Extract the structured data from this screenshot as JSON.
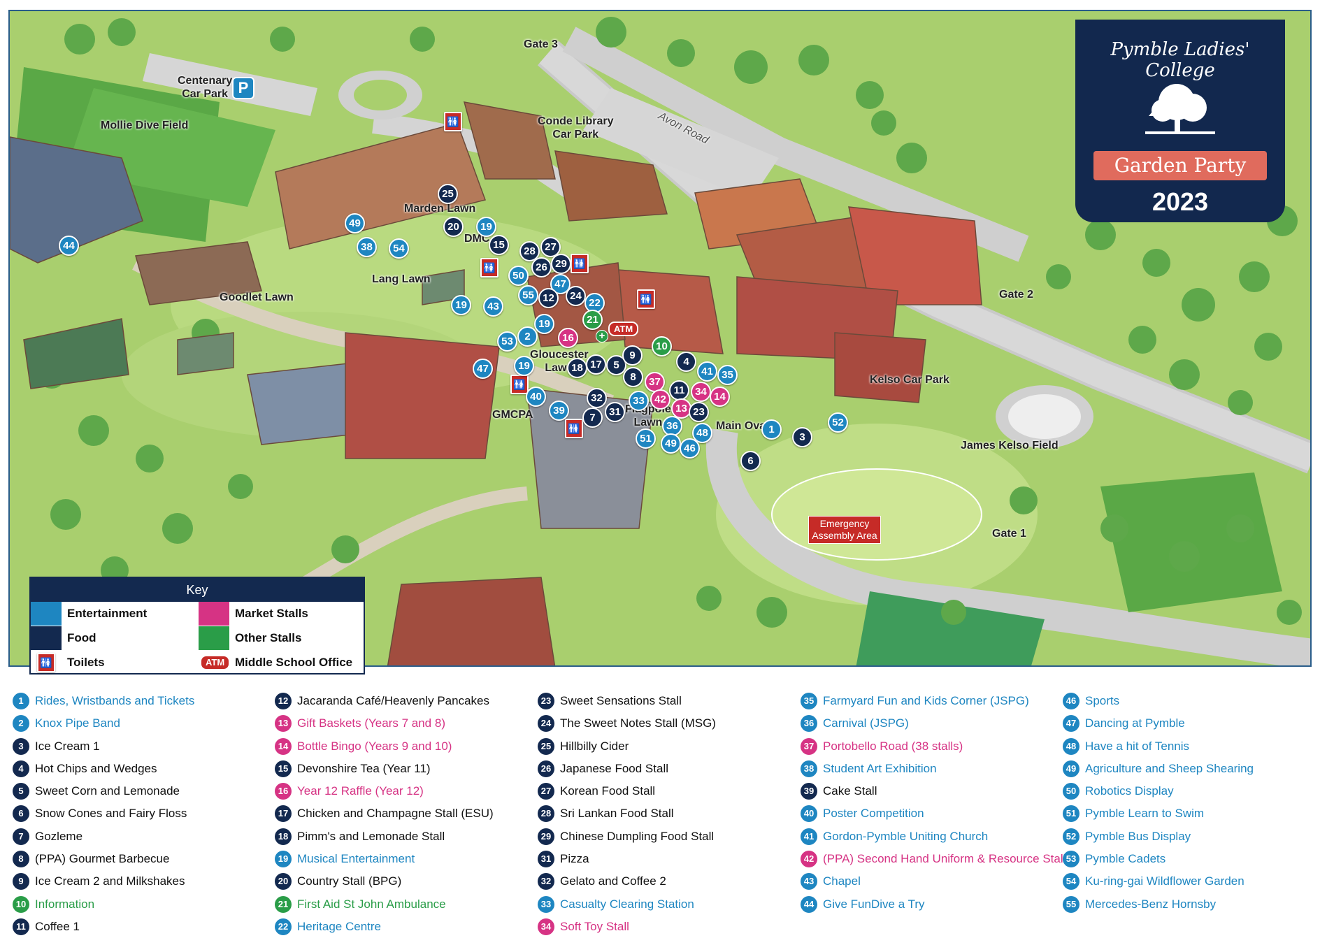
{
  "header": {
    "brand": "Pymble Ladies' College",
    "event": "Garden Party",
    "year": "2023"
  },
  "colors": {
    "entertainment": "#1e86c1",
    "food": "#13294f",
    "market_stalls": "#d63384",
    "other_stalls": "#2a9d48",
    "toilets": "#c62b27",
    "title_bg": "#12284e",
    "ribbon": "#e06b5d",
    "grass": "#a9cf6e"
  },
  "key": {
    "title": "Key",
    "entertainment": "Entertainment",
    "market_stalls": "Market Stalls",
    "food": "Food",
    "other_stalls": "Other Stalls",
    "toilets": "Toilets",
    "atm_badge": "ATM",
    "middle_school_office": "Middle School Office"
  },
  "map": {
    "gate_3": "Gate 3",
    "gate_2": "Gate 2",
    "gate_1": "Gate 1",
    "centenary_car_park_1": "Centenary",
    "centenary_car_park_2": "Car Park",
    "parking_symbol": "P",
    "mollie_dive_field": "Mollie Dive Field",
    "conde_library_1": "Conde Library",
    "conde_library_2": "Car Park",
    "avon_road": "Avon Road",
    "marden_lawn": "Marden Lawn",
    "dmc": "DMC",
    "lang_lawn": "Lang Lawn",
    "goodlet_lawn": "Goodlet Lawn",
    "gloucester_lawn_1": "Gloucester",
    "gloucester_lawn_2": "Lawn",
    "gmcpa": "GMCPA",
    "flagpole_lawn_1": "Flagpole",
    "flagpole_lawn_2": "Lawn",
    "main_oval": "Main Oval",
    "kelso_car_park": "Kelso Car Park",
    "james_kelso_field": "James Kelso Field",
    "emergency_1": "Emergency",
    "emergency_2": "Assembly Area",
    "atm_map": "ATM",
    "toilet_symbol": "🚻",
    "first_aid_symbol": "+"
  },
  "legend": [
    [
      {
        "n": "1",
        "label": "Rides, Wristbands and Tickets",
        "cat": "ent"
      },
      {
        "n": "2",
        "label": "Knox Pipe Band",
        "cat": "ent"
      },
      {
        "n": "3",
        "label": "Ice Cream 1",
        "cat": "food"
      },
      {
        "n": "4",
        "label": "Hot Chips and Wedges",
        "cat": "food"
      },
      {
        "n": "5",
        "label": "Sweet Corn and Lemonade",
        "cat": "food"
      },
      {
        "n": "6",
        "label": "Snow Cones and Fairy Floss",
        "cat": "food"
      },
      {
        "n": "7",
        "label": "Gozleme",
        "cat": "food"
      },
      {
        "n": "8",
        "label": "(PPA) Gourmet Barbecue",
        "cat": "food"
      },
      {
        "n": "9",
        "label": "Ice Cream 2 and Milkshakes",
        "cat": "food"
      },
      {
        "n": "10",
        "label": "Information",
        "cat": "oth"
      },
      {
        "n": "11",
        "label": "Coffee 1",
        "cat": "food"
      }
    ],
    [
      {
        "n": "12",
        "label": "Jacaranda Café/Heavenly Pancakes",
        "cat": "food"
      },
      {
        "n": "13",
        "label": "Gift Baskets (Years 7 and 8)",
        "cat": "mkt"
      },
      {
        "n": "14",
        "label": "Bottle Bingo (Years 9 and 10)",
        "cat": "mkt"
      },
      {
        "n": "15",
        "label": "Devonshire Tea (Year 11)",
        "cat": "food"
      },
      {
        "n": "16",
        "label": "Year 12 Raffle (Year 12)",
        "cat": "mkt"
      },
      {
        "n": "17",
        "label": "Chicken and Champagne Stall (ESU)",
        "cat": "food"
      },
      {
        "n": "18",
        "label": "Pimm's and Lemonade Stall",
        "cat": "food"
      },
      {
        "n": "19",
        "label": "Musical Entertainment",
        "cat": "ent"
      },
      {
        "n": "20",
        "label": "Country Stall (BPG)",
        "cat": "food"
      },
      {
        "n": "21",
        "label": "First Aid St John Ambulance",
        "cat": "oth"
      },
      {
        "n": "22",
        "label": "Heritage Centre",
        "cat": "ent"
      }
    ],
    [
      {
        "n": "23",
        "label": "Sweet Sensations Stall",
        "cat": "food"
      },
      {
        "n": "24",
        "label": "The Sweet Notes Stall (MSG)",
        "cat": "food"
      },
      {
        "n": "25",
        "label": "Hillbilly Cider",
        "cat": "food"
      },
      {
        "n": "26",
        "label": "Japanese Food Stall",
        "cat": "food"
      },
      {
        "n": "27",
        "label": "Korean Food Stall",
        "cat": "food"
      },
      {
        "n": "28",
        "label": "Sri Lankan Food Stall",
        "cat": "food"
      },
      {
        "n": "29",
        "label": "Chinese Dumpling Food Stall",
        "cat": "food"
      },
      {
        "n": "31",
        "label": "Pizza",
        "cat": "food"
      },
      {
        "n": "32",
        "label": "Gelato and Coffee 2",
        "cat": "food"
      },
      {
        "n": "33",
        "label": "Casualty Clearing Station",
        "cat": "ent"
      },
      {
        "n": "34",
        "label": "Soft Toy Stall",
        "cat": "mkt"
      }
    ],
    [
      {
        "n": "35",
        "label": "Farmyard Fun and Kids Corner (JSPG)",
        "cat": "ent"
      },
      {
        "n": "36",
        "label": "Carnival (JSPG)",
        "cat": "ent"
      },
      {
        "n": "37",
        "label": "Portobello Road (38 stalls)",
        "cat": "mkt"
      },
      {
        "n": "38",
        "label": "Student Art Exhibition",
        "cat": "ent"
      },
      {
        "n": "39",
        "label": "Cake Stall",
        "cat": "food"
      },
      {
        "n": "40",
        "label": "Poster Competition",
        "cat": "ent"
      },
      {
        "n": "41",
        "label": "Gordon-Pymble Uniting Church",
        "cat": "ent"
      },
      {
        "n": "42",
        "label": "(PPA) Second Hand Uniform & Resource Stall",
        "cat": "mkt"
      },
      {
        "n": "43",
        "label": "Chapel",
        "cat": "ent"
      },
      {
        "n": "44",
        "label": "Give FunDive a Try",
        "cat": "ent"
      }
    ],
    [
      {
        "n": "46",
        "label": "Sports",
        "cat": "ent"
      },
      {
        "n": "47",
        "label": "Dancing at Pymble",
        "cat": "ent"
      },
      {
        "n": "48",
        "label": "Have a hit of Tennis",
        "cat": "ent"
      },
      {
        "n": "49",
        "label": "Agriculture and Sheep Shearing",
        "cat": "ent"
      },
      {
        "n": "50",
        "label": "Robotics Display",
        "cat": "ent"
      },
      {
        "n": "51",
        "label": "Pymble Learn to Swim",
        "cat": "ent"
      },
      {
        "n": "52",
        "label": "Pymble Bus Display",
        "cat": "ent"
      },
      {
        "n": "53",
        "label": "Pymble Cadets",
        "cat": "ent"
      },
      {
        "n": "54",
        "label": "Ku-ring-gai Wildflower Garden",
        "cat": "ent"
      },
      {
        "n": "55",
        "label": "Mercedes-Benz Hornsby",
        "cat": "ent"
      }
    ]
  ],
  "map_markers": [
    {
      "n": "25",
      "cat": "food"
    },
    {
      "n": "20",
      "cat": "food"
    },
    {
      "n": "19",
      "cat": "ent"
    },
    {
      "n": "15",
      "cat": "food"
    },
    {
      "n": "49",
      "cat": "ent"
    },
    {
      "n": "38",
      "cat": "ent"
    },
    {
      "n": "54",
      "cat": "ent"
    },
    {
      "n": "44",
      "cat": "ent"
    },
    {
      "n": "28",
      "cat": "food"
    },
    {
      "n": "27",
      "cat": "food"
    },
    {
      "n": "26",
      "cat": "food"
    },
    {
      "n": "29",
      "cat": "food"
    },
    {
      "n": "50",
      "cat": "ent"
    },
    {
      "n": "47",
      "cat": "ent"
    },
    {
      "n": "55",
      "cat": "ent"
    },
    {
      "n": "12",
      "cat": "food"
    },
    {
      "n": "24",
      "cat": "food"
    },
    {
      "n": "22",
      "cat": "ent"
    },
    {
      "n": "19",
      "cat": "ent"
    },
    {
      "n": "43",
      "cat": "ent"
    },
    {
      "n": "21",
      "cat": "oth"
    },
    {
      "n": "19",
      "cat": "ent"
    },
    {
      "n": "2",
      "cat": "ent"
    },
    {
      "n": "16",
      "cat": "mkt"
    },
    {
      "n": "53",
      "cat": "ent"
    },
    {
      "n": "47",
      "cat": "ent"
    },
    {
      "n": "19",
      "cat": "ent"
    },
    {
      "n": "18",
      "cat": "food"
    },
    {
      "n": "17",
      "cat": "food"
    },
    {
      "n": "5",
      "cat": "food"
    },
    {
      "n": "9",
      "cat": "food"
    },
    {
      "n": "8",
      "cat": "food"
    },
    {
      "n": "10",
      "cat": "oth"
    },
    {
      "n": "4",
      "cat": "food"
    },
    {
      "n": "41",
      "cat": "ent"
    },
    {
      "n": "35",
      "cat": "ent"
    },
    {
      "n": "37",
      "cat": "mkt"
    },
    {
      "n": "11",
      "cat": "food"
    },
    {
      "n": "34",
      "cat": "mkt"
    },
    {
      "n": "14",
      "cat": "mkt"
    },
    {
      "n": "40",
      "cat": "ent"
    },
    {
      "n": "39",
      "cat": "ent"
    },
    {
      "n": "32",
      "cat": "food"
    },
    {
      "n": "31",
      "cat": "food"
    },
    {
      "n": "7",
      "cat": "food"
    },
    {
      "n": "33",
      "cat": "ent"
    },
    {
      "n": "42",
      "cat": "mkt"
    },
    {
      "n": "13",
      "cat": "mkt"
    },
    {
      "n": "23",
      "cat": "food"
    },
    {
      "n": "36",
      "cat": "ent"
    },
    {
      "n": "48",
      "cat": "ent"
    },
    {
      "n": "51",
      "cat": "ent"
    },
    {
      "n": "49",
      "cat": "ent"
    },
    {
      "n": "46",
      "cat": "ent"
    },
    {
      "n": "1",
      "cat": "ent"
    },
    {
      "n": "3",
      "cat": "food"
    },
    {
      "n": "6",
      "cat": "food"
    },
    {
      "n": "52",
      "cat": "ent"
    }
  ]
}
